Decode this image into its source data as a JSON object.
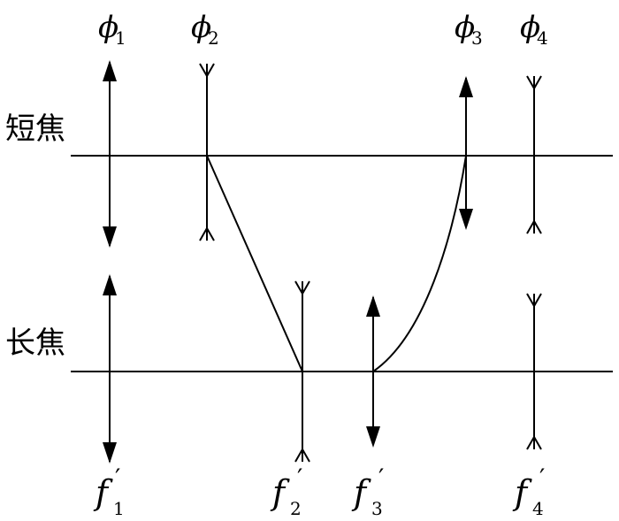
{
  "labels": {
    "short_focus": "短焦",
    "long_focus": "长焦",
    "top": [
      {
        "sym": "ϕ",
        "sub": "1"
      },
      {
        "sym": "ϕ",
        "sub": "2"
      },
      {
        "sym": "ϕ",
        "sub": "3"
      },
      {
        "sym": "ϕ",
        "sub": "4"
      }
    ],
    "bottom": [
      {
        "sym": "f",
        "prime": "′",
        "sub": "1"
      },
      {
        "sym": "f",
        "prime": "′",
        "sub": "2"
      },
      {
        "sym": "f",
        "prime": "′",
        "sub": "3"
      },
      {
        "sym": "f",
        "prime": "′",
        "sub": "4"
      }
    ]
  },
  "lenses": [
    {
      "name": "lens-1",
      "kind": "positive"
    },
    {
      "name": "lens-2",
      "kind": "negative"
    },
    {
      "name": "lens-3",
      "kind": "positive"
    },
    {
      "name": "lens-4",
      "kind": "negative"
    }
  ]
}
